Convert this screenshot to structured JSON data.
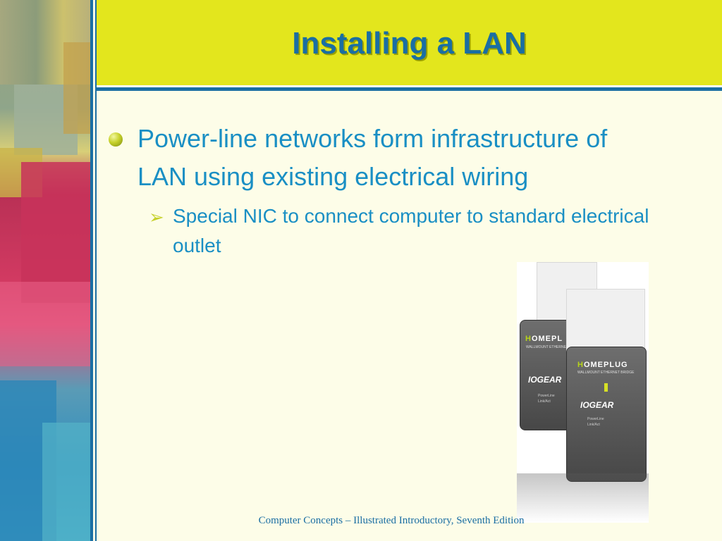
{
  "slide": {
    "title": "Installing a LAN",
    "bullets": [
      {
        "text": "Power-line networks form infrastructure of LAN using existing electrical wiring",
        "sub_bullets": [
          "Special NIC to connect computer to standard electrical outlet"
        ]
      }
    ],
    "footer": "Computer Concepts – Illustrated Introductory, Seventh Edition"
  },
  "product_photo": {
    "back_unit": {
      "brand_prefix": "H",
      "brand_rest": "OMEPL",
      "subtitle": "WALLMOUNT ETHERNET",
      "logo": "IOGEAR",
      "labels": [
        "PowerLine",
        "Link/Act"
      ]
    },
    "front_unit": {
      "brand_prefix": "H",
      "brand_rest": "OMEPLUG",
      "subtitle": "WALLMOUNT ETHERNET BRIDGE",
      "logo": "IOGEAR",
      "labels": [
        "PowerLine",
        "Link/Act"
      ]
    }
  },
  "icons": {
    "bullet": "sphere-bullet-icon",
    "sub_bullet": "arrow-bullet-icon"
  },
  "colors": {
    "header_bg": "#e3e61d",
    "accent": "#1a6ea3",
    "text": "#1a8fc4",
    "background": "#fdfde8"
  }
}
